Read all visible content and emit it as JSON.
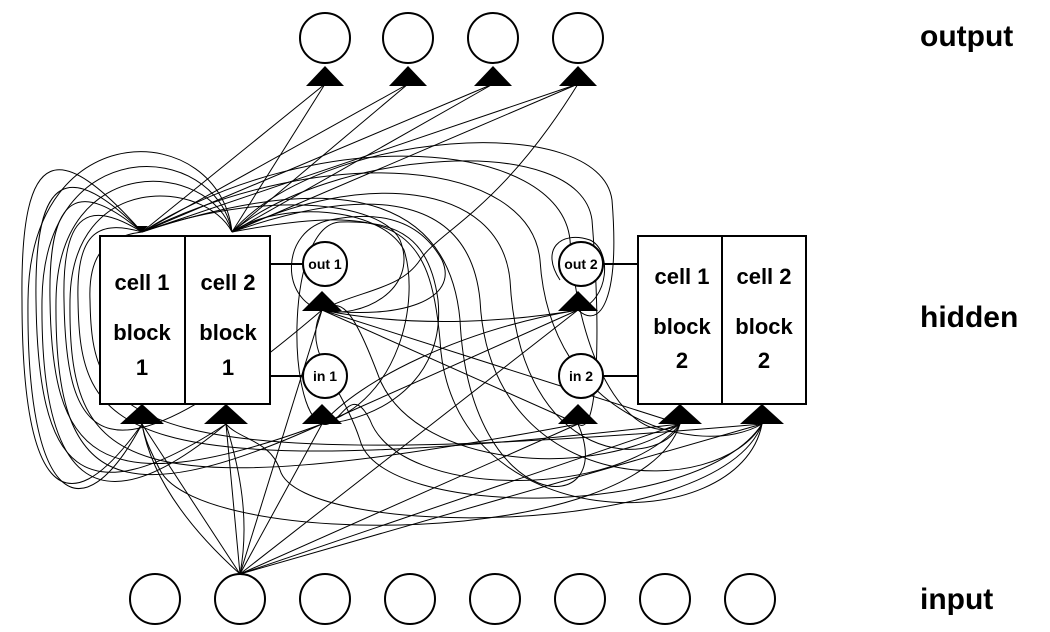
{
  "layers": {
    "output": "output",
    "hidden": "hidden",
    "input": "input"
  },
  "block1": {
    "cells": [
      {
        "cell": "cell 1",
        "block": "block",
        "num": "1"
      },
      {
        "cell": "cell 2",
        "block": "block",
        "num": "1"
      }
    ],
    "out_gate": "out 1",
    "in_gate": "in 1"
  },
  "block2": {
    "cells": [
      {
        "cell": "cell 1",
        "block": "block",
        "num": "2"
      },
      {
        "cell": "cell 2",
        "block": "block",
        "num": "2"
      }
    ],
    "out_gate": "out 2",
    "in_gate": "in 2"
  },
  "counts": {
    "output_units": 4,
    "input_units": 8
  }
}
